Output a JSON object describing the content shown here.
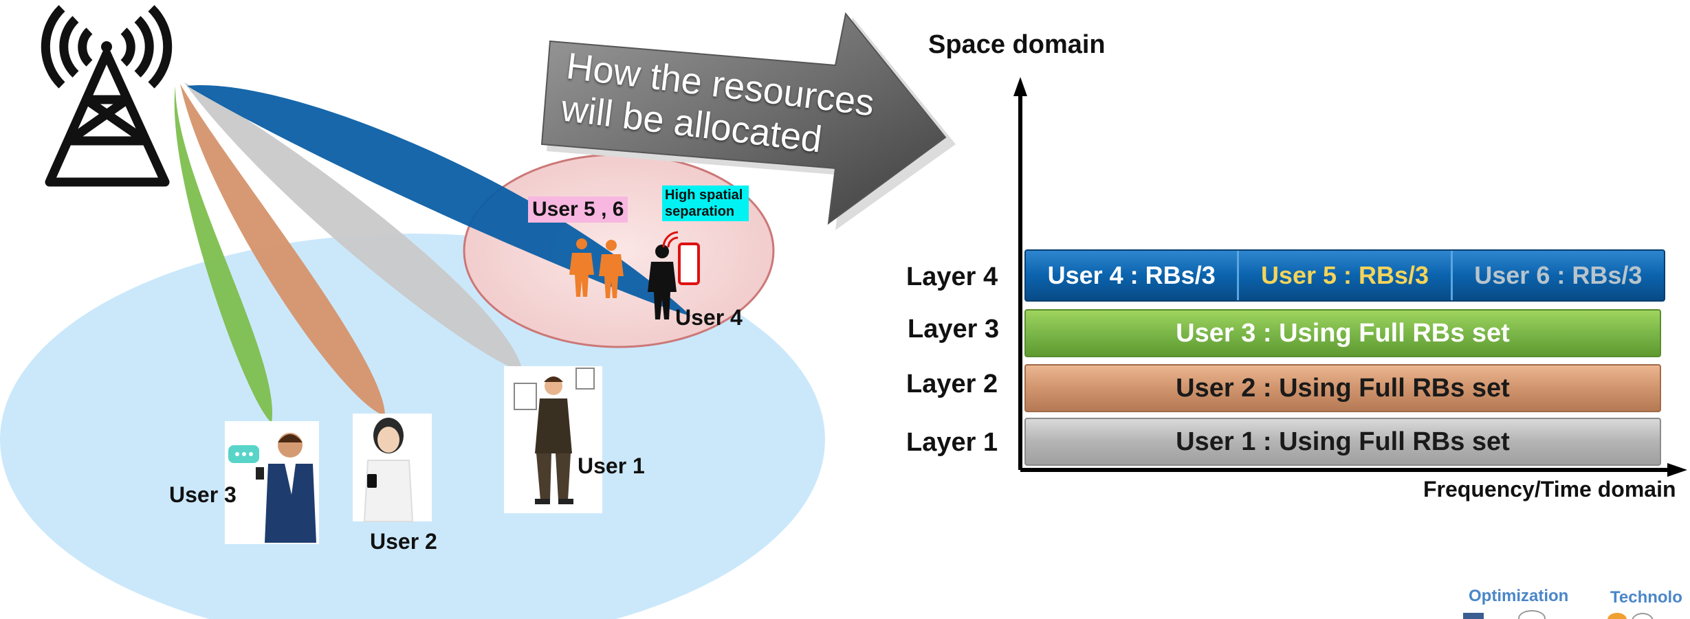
{
  "title_arrow": {
    "line1": "How the resources",
    "line2": "will be allocated"
  },
  "cell": {
    "users": {
      "user1": "User 1",
      "user2": "User 2",
      "user3": "User 3",
      "user4": "User 4"
    },
    "cluster_label": "User 5 , 6",
    "spatial_tag": "High spatial separation"
  },
  "allocation": {
    "y_axis": "Space domain",
    "x_axis": "Frequency/Time domain",
    "layers": [
      {
        "name": "Layer 1",
        "text": "User 1 : Using Full RBs set"
      },
      {
        "name": "Layer 2",
        "text": "User 2 : Using Full RBs set"
      },
      {
        "name": "Layer 3",
        "text": "User 3 : Using Full RBs set"
      },
      {
        "name": "Layer 4",
        "segments": [
          "User 4 : RBs/3",
          "User 5 : RBs/3",
          "User 6 : RBs/3"
        ]
      }
    ],
    "colors": {
      "layer1": "#b4b4b4",
      "layer2": "#d0956d",
      "layer3": "#7ab648",
      "layer4": "#0b63ad",
      "user4_text": "#ffffff",
      "user5_text": "#f4d45a",
      "user6_text": "#b8c4cc"
    }
  },
  "watermark": {
    "left": "Optimization",
    "right": "Technolo"
  }
}
